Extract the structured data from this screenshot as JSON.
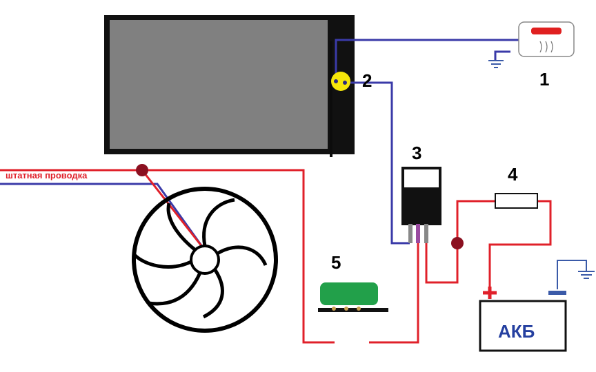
{
  "labels": {
    "n1": "1",
    "n2": "2",
    "n3": "3",
    "n4": "4",
    "n5": "5",
    "battery": "АКБ",
    "stock_wiring": "штатная проводка",
    "plus": "+"
  },
  "colors": {
    "wire_red": "#e0202a",
    "wire_blue": "#3a3aa8",
    "panel_gray": "#808080",
    "frame_black": "#111111",
    "sensor_yellow": "#f5e60a",
    "relay_green": "#22a04a",
    "junction_dark_red": "#8b1020",
    "lamp_red": "#e02020",
    "ground_blue": "#3a5aa8"
  },
  "icons": {
    "sensor": "temperature-sensor-icon",
    "indicator": "indicator-lamp-icon",
    "ground": "ground-icon",
    "fan": "fan-icon"
  }
}
